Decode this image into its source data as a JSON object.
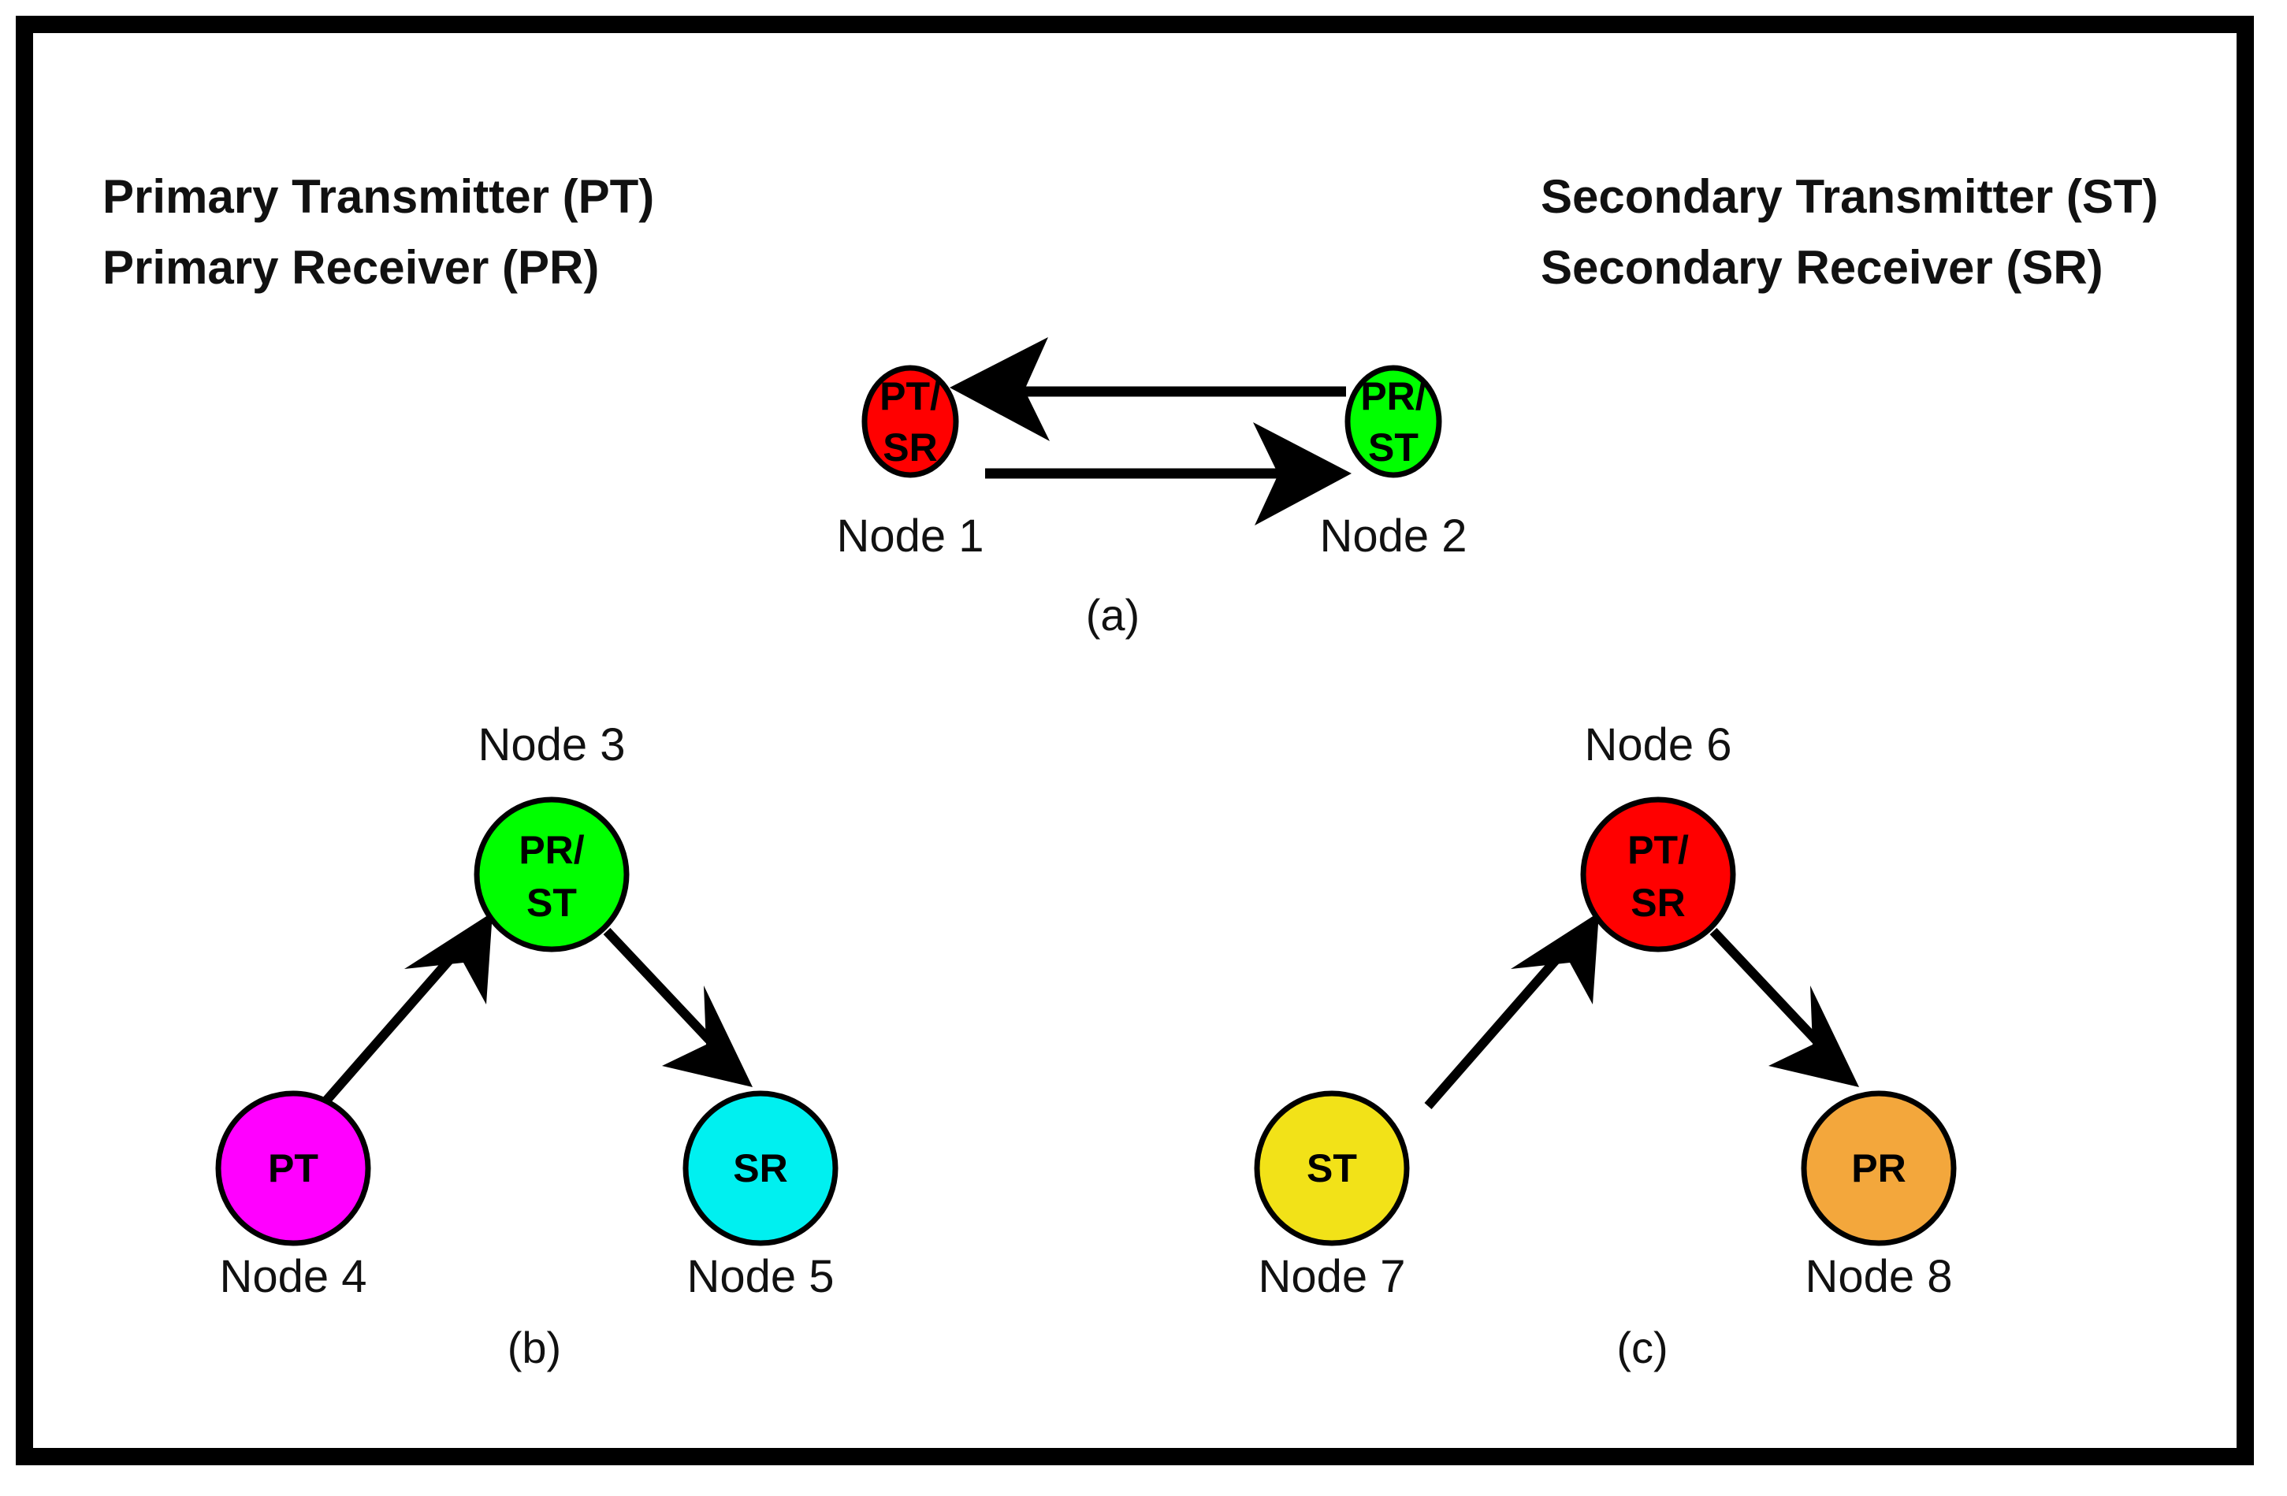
{
  "figure": {
    "background_color": "#ffffff",
    "frame_color": "#000000",
    "legend": {
      "left": [
        "Primary Transmitter (PT)",
        "Primary Receiver (PR)"
      ],
      "right": [
        "Secondary Transmitter (ST)",
        "Secondary Receiver (SR)"
      ]
    },
    "panels": [
      {
        "id": "a",
        "label": "(a)"
      },
      {
        "id": "b",
        "label": "(b)"
      },
      {
        "id": "c",
        "label": "(c)"
      }
    ],
    "nodes": [
      {
        "id": "node1",
        "panel": "a",
        "role": "PT/​SR",
        "role_line1": "PT/",
        "role_line2": "SR",
        "label": "Node 1",
        "color": "#ff0000",
        "color_name": "red"
      },
      {
        "id": "node2",
        "panel": "a",
        "role": "PR/ST",
        "role_line1": "PR/",
        "role_line2": "ST",
        "label": "Node 2",
        "color": "#00ff00",
        "color_name": "green"
      },
      {
        "id": "node3",
        "panel": "b",
        "role": "PR/ST",
        "role_line1": "PR/",
        "role_line2": "ST",
        "label": "Node 3",
        "color": "#00ff00",
        "color_name": "green"
      },
      {
        "id": "node4",
        "panel": "b",
        "role": "PT",
        "role_line1": "PT",
        "role_line2": "",
        "label": "Node 4",
        "color": "#ff00ff",
        "color_name": "magenta"
      },
      {
        "id": "node5",
        "panel": "b",
        "role": "SR",
        "role_line1": "SR",
        "role_line2": "",
        "label": "Node 5",
        "color": "#00f0f0",
        "color_name": "cyan"
      },
      {
        "id": "node6",
        "panel": "c",
        "role": "PT/SR",
        "role_line1": "PT/",
        "role_line2": "SR",
        "label": "Node 6",
        "color": "#ff0000",
        "color_name": "red"
      },
      {
        "id": "node7",
        "panel": "c",
        "role": "ST",
        "role_line1": "ST",
        "role_line2": "",
        "label": "Node 7",
        "color": "#f2e218",
        "color_name": "yellow"
      },
      {
        "id": "node8",
        "panel": "c",
        "role": "PR",
        "role_line1": "PR",
        "role_line2": "",
        "label": "Node 8",
        "color": "#f3a73c",
        "color_name": "orange"
      }
    ],
    "edges": [
      {
        "from": "node2",
        "to": "node1",
        "panel": "a",
        "direction": "right-to-left"
      },
      {
        "from": "node1",
        "to": "node2",
        "panel": "a",
        "direction": "left-to-right"
      },
      {
        "from": "node4",
        "to": "node3",
        "panel": "b",
        "direction": "up-right"
      },
      {
        "from": "node3",
        "to": "node5",
        "panel": "b",
        "direction": "down-right"
      },
      {
        "from": "node7",
        "to": "node6",
        "panel": "c",
        "direction": "up-right"
      },
      {
        "from": "node6",
        "to": "node8",
        "panel": "c",
        "direction": "down-right"
      }
    ]
  }
}
